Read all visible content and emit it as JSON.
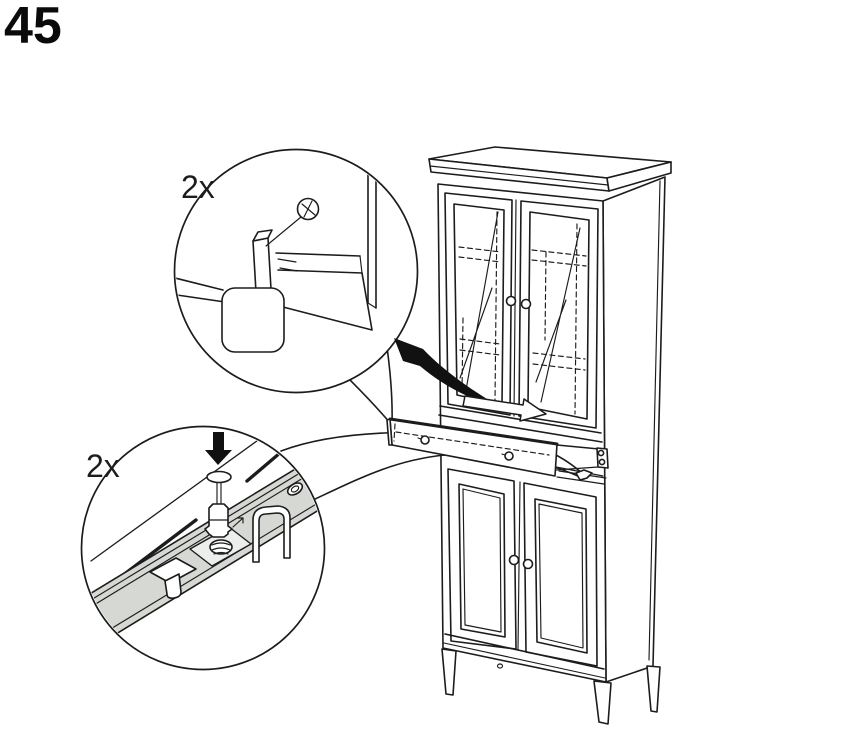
{
  "page": {
    "step_number": "45"
  },
  "callouts": {
    "top": {
      "quantity_label": "2x"
    },
    "bottom": {
      "quantity_label": "2x"
    }
  },
  "colors": {
    "line": "#1c1c1c",
    "paper": "#ffffff",
    "rail_gray": "#d6d8d3",
    "plate_gray": "#eceded",
    "arrow_black": "#111111"
  }
}
